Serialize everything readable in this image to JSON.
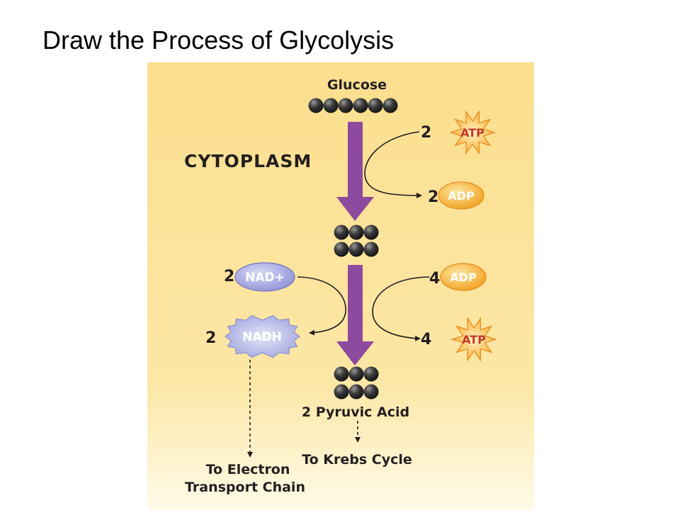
{
  "slide": {
    "title": "Draw the Process of Glycolysis"
  },
  "diagram": {
    "region_label": "CYTOPLASM",
    "glucose_label": "Glucose",
    "investment": {
      "atp_count": "2",
      "atp_label": "ATP",
      "adp_count": "2",
      "adp_label": "ADP"
    },
    "oxidation": {
      "nad_count": "2",
      "nad_label": "NAD+",
      "nadh_count": "2",
      "nadh_label": "NADH"
    },
    "payoff": {
      "adp_count": "4",
      "adp_label": "ADP",
      "atp_count": "4",
      "atp_label": "ATP"
    },
    "product_label": "2 Pyruvic Acid",
    "krebs_label": "To Krebs Cycle",
    "etc_label_line1": "To Electron",
    "etc_label_line2": "Transport Chain",
    "colors": {
      "background": "#fce4a0",
      "arrow": "#8e4a9e",
      "atp_burst": "#f5a623",
      "adp_oval": "#f4a31f",
      "nad_oval": "#9b9fdc",
      "carbon_ball": "#2b2b2b"
    }
  }
}
